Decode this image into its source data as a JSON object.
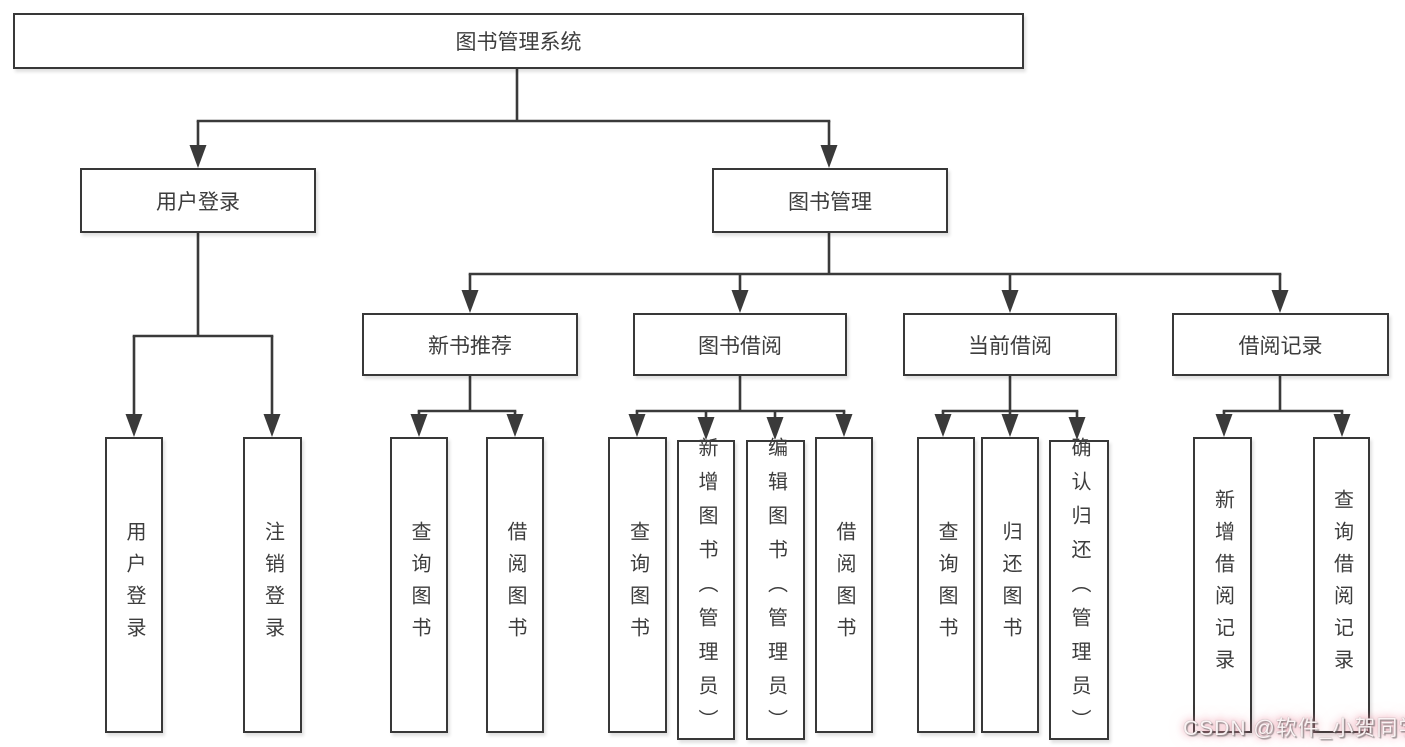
{
  "tree": {
    "root": "图书管理系统",
    "branches": [
      {
        "label": "用户登录",
        "children": [
          "用户登录",
          "注销登录"
        ]
      },
      {
        "label": "图书管理",
        "sections": [
          {
            "label": "新书推荐",
            "children": [
              "查询图书",
              "借阅图书"
            ]
          },
          {
            "label": "图书借阅",
            "children": [
              "查询图书",
              "新增图书（管理员）",
              "编辑图书（管理员）",
              "借阅图书"
            ]
          },
          {
            "label": "当前借阅",
            "children": [
              "查询图书",
              "归还图书",
              "确认归还（管理员）"
            ]
          },
          {
            "label": "借阅记录",
            "children": [
              "新增借阅记录",
              "查询借阅记录"
            ]
          }
        ]
      }
    ]
  },
  "watermark": {
    "text": "CSDN @软件_小贺同学"
  },
  "colors": {
    "line": "#3a3a3a",
    "box_border": "#383838",
    "text": "#3d3d3d",
    "background": "#ffffff",
    "watermark_pink": "#eb8fa0"
  }
}
